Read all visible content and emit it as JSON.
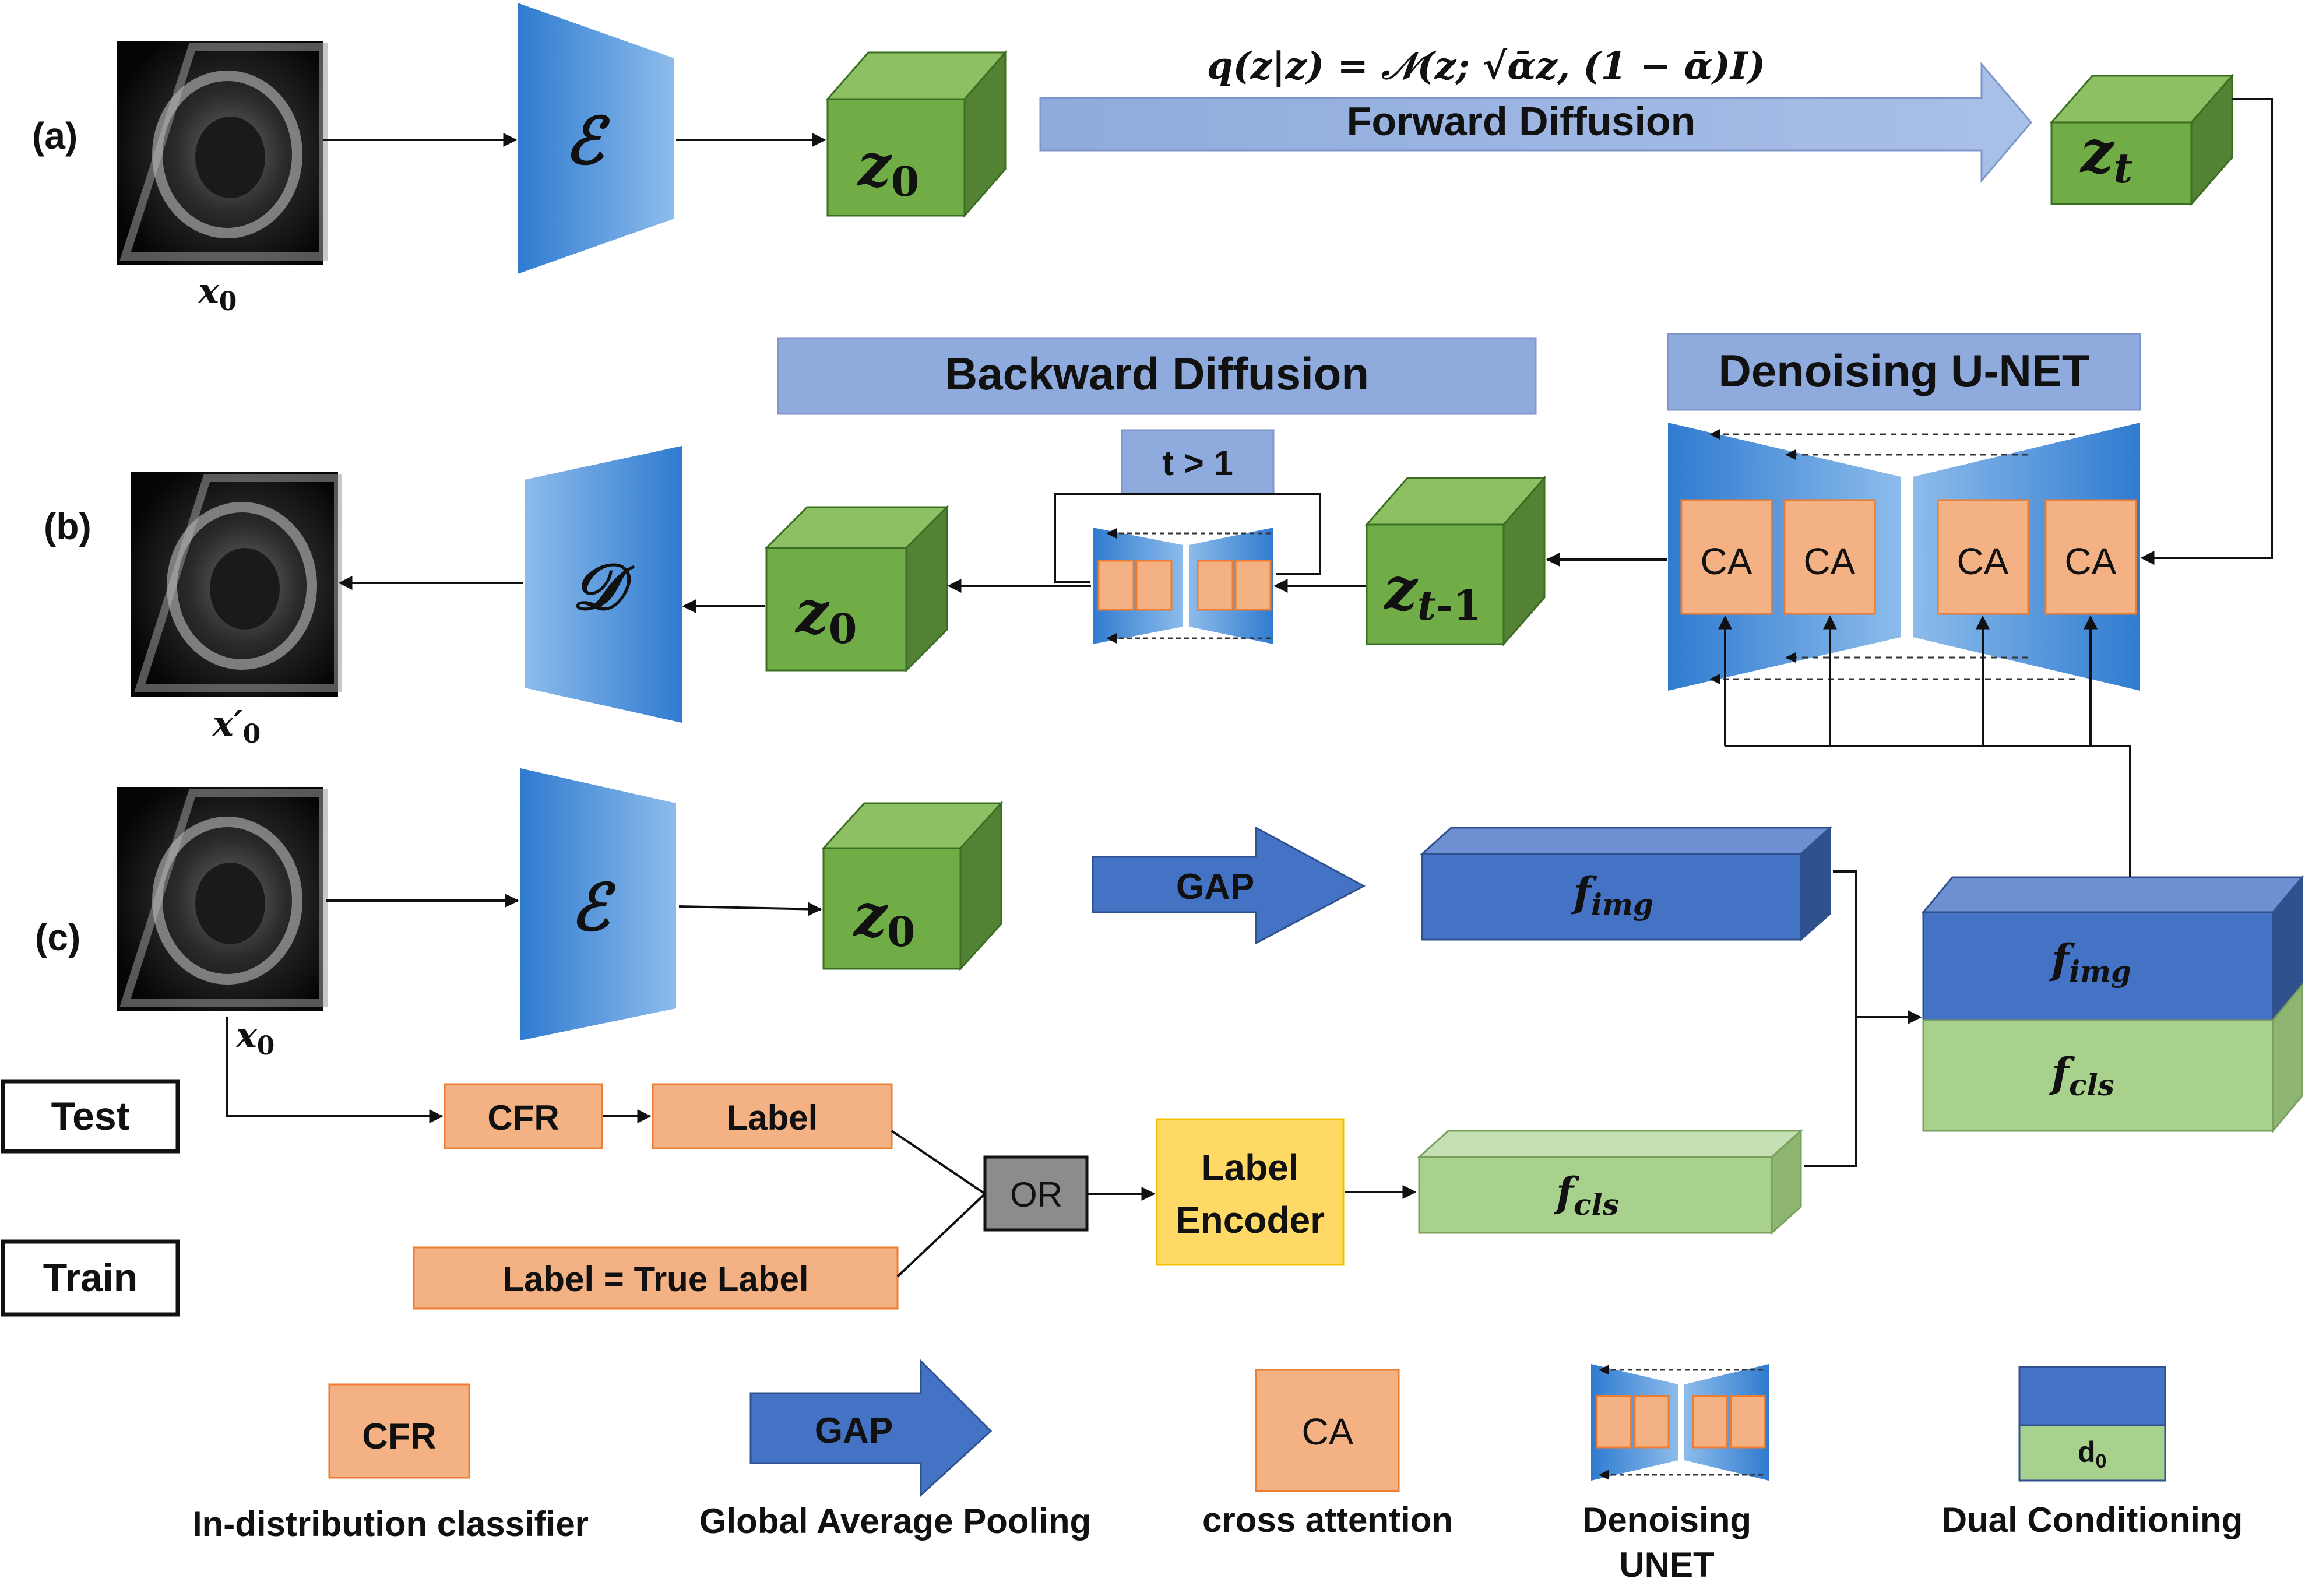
{
  "panels": {
    "a": "(a)",
    "b": "(b)",
    "c": "(c)"
  },
  "inputs": {
    "x0_a": "x",
    "x0_a_sub": "0",
    "x0_c": "x",
    "x0_c_sub": "0",
    "xprime": "x′",
    "xprime_sub": "0"
  },
  "encoder": "ℰ",
  "decoder": "𝒟",
  "latents": {
    "z": "z",
    "z0_sub": "0",
    "zt_sub": "t",
    "ztm1_sub": "t",
    "ztm1_tail": "-1"
  },
  "forward": {
    "label": "Forward Diffusion",
    "formula": "q(z|z) = 𝒩(z; √ᾱz, (1 − ᾱ)I)"
  },
  "backward": {
    "label": "Backward Diffusion",
    "condition": "t > 1"
  },
  "unet": {
    "title": "Denoising U-NET",
    "ca_labels": [
      "CA",
      "CA",
      "CA",
      "CA"
    ]
  },
  "gap": "GAP",
  "features": {
    "f": "f",
    "img": "img",
    "cls": "cls"
  },
  "test_train": {
    "test": "Test",
    "train": "Train"
  },
  "flow": {
    "cfr": "CFR",
    "label": "Label",
    "or": "OR",
    "label_encoder_1": "Label",
    "label_encoder_2": "Encoder",
    "true_label": "Label = True Label"
  },
  "legend": {
    "cfr": "CFR",
    "cfr_caption": "In-distribution classifier",
    "gap": "GAP",
    "gap_caption": "Global Average Pooling",
    "ca": "CA",
    "ca_caption": "cross attention",
    "unet_caption_1": "Denoising",
    "unet_caption_2": "UNET",
    "dual_sub": "d",
    "dual_sub_sub": "0",
    "dual_caption": "Dual Conditioning"
  },
  "colors": {
    "green_front": "#70AD47",
    "green_top": "#8DC063",
    "green_side": "#548235",
    "encoder_blue": "#3E88D6",
    "banner": "#8FAADC",
    "ca_fill": "#F4B183",
    "ca_stroke": "#ED7D31",
    "gap_blue": "#4472C4",
    "dark_blue": "#4472C4",
    "light_green": "#A9D18E",
    "yellow": "#FFD966",
    "gray": "#8C8C8C"
  }
}
